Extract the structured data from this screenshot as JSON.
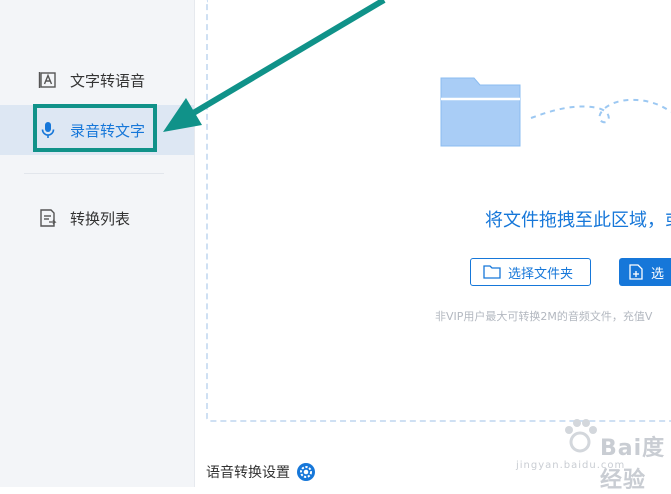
{
  "sidebar": {
    "items": [
      {
        "label": "文字转语音",
        "icon": "text-a-icon"
      },
      {
        "label": "录音转文字",
        "icon": "microphone-icon",
        "active": true
      },
      {
        "label": "转换列表",
        "icon": "document-list-icon"
      }
    ]
  },
  "main": {
    "drop_text": "将文件拖拽至此区域，或",
    "select_folder_label": "选择文件夹",
    "select_file_label": "选",
    "hint": "非VIP用户最大可转换2M的音频文件，充值V",
    "settings_label": "语音转换设置"
  },
  "watermark": {
    "text": "Bai度经验",
    "url": "jingyan.baidu.com"
  },
  "colors": {
    "accent": "#1677d9",
    "highlight": "#109289",
    "folder": "#a9cdf6",
    "sidebar_bg": "#f3f5f8"
  }
}
